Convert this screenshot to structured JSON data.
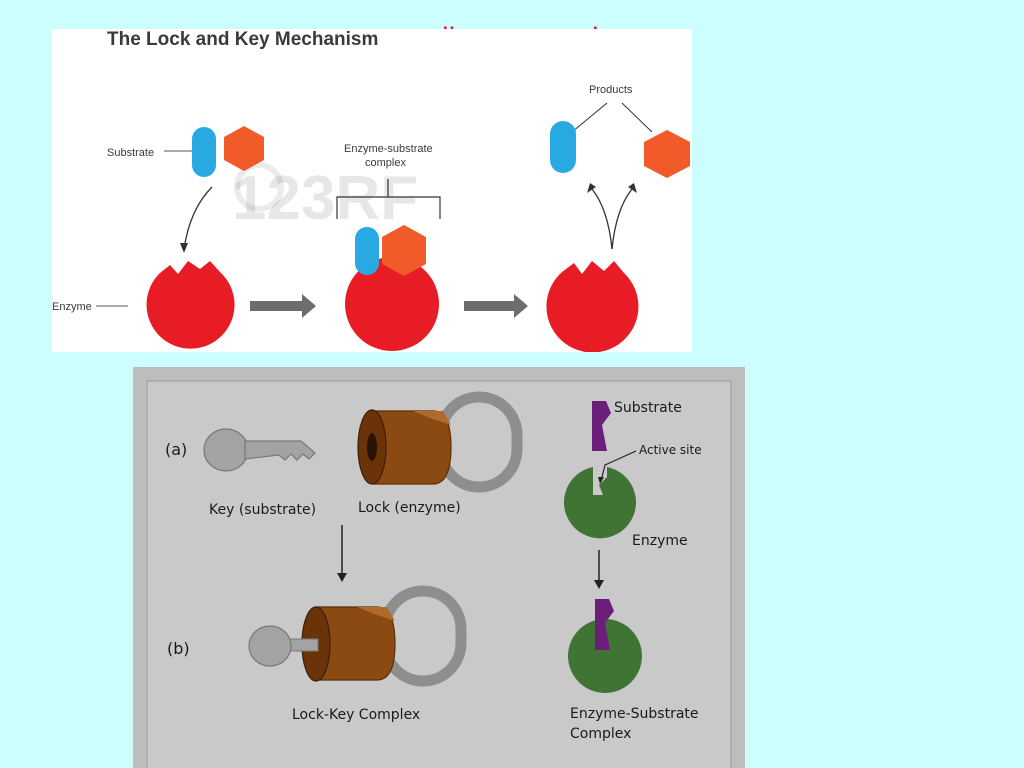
{
  "slide": {
    "title": "llave-cerradura",
    "title_color": "#e0107a",
    "background": "#ccfefe"
  },
  "top_figure": {
    "heading": "The Lock and Key Mechanism",
    "labels": {
      "substrate": "Substrate",
      "complex_line1": "Enzyme-substrate",
      "complex_line2": "complex",
      "products": "Products",
      "enzyme": "Enzyme"
    },
    "watermark": "123RF",
    "colors": {
      "enzyme": "#e81c24",
      "substrate_blue": "#29a9e1",
      "substrate_orange": "#f15a29",
      "arrow": "#6d6d6d"
    }
  },
  "bottom_figure": {
    "labels": {
      "row_a": "(a)",
      "row_b": "(b)",
      "key": "Key (substrate)",
      "lock": "Lock (enzyme)",
      "lock_key_complex": "Lock-Key Complex",
      "substrate": "Substrate",
      "active_site": "Active site",
      "enzyme": "Enzyme",
      "es_complex_line1": "Enzyme-Substrate",
      "es_complex_line2": "Complex"
    },
    "colors": {
      "panel": "#c8c8c8",
      "lock_body": "#8b4a12",
      "key": "#a0a0a0",
      "enzyme": "#3f7434",
      "substrate": "#6b1f7a"
    }
  }
}
